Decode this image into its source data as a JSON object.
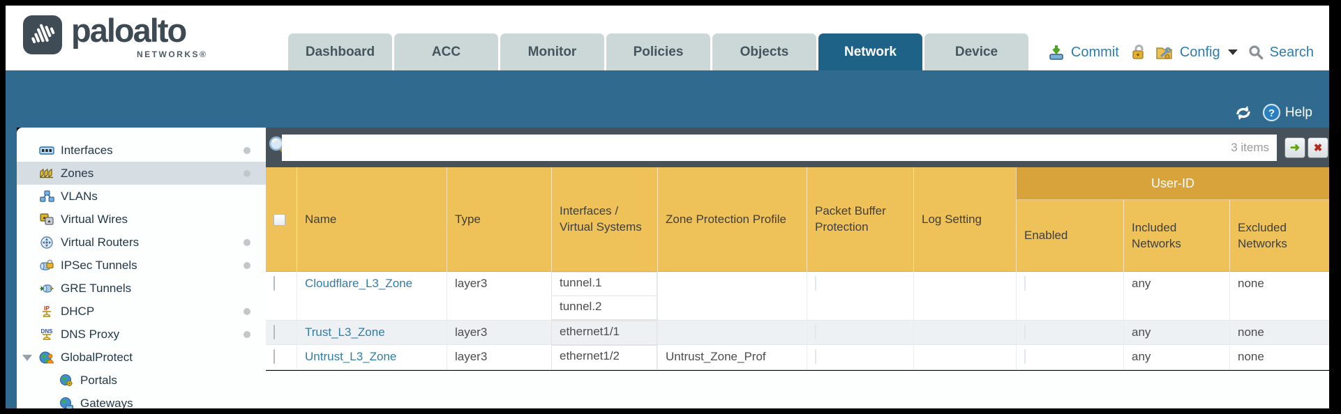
{
  "brand": {
    "name": "paloalto",
    "subtitle": "NETWORKS®"
  },
  "nav": {
    "tabs": [
      {
        "label": "Dashboard",
        "active": false
      },
      {
        "label": "ACC",
        "active": false
      },
      {
        "label": "Monitor",
        "active": false
      },
      {
        "label": "Policies",
        "active": false
      },
      {
        "label": "Objects",
        "active": false
      },
      {
        "label": "Network",
        "active": true
      },
      {
        "label": "Device",
        "active": false
      }
    ],
    "actions": {
      "commit": "Commit",
      "config": "Config",
      "search": "Search"
    }
  },
  "banner": {
    "help_label": "Help"
  },
  "filter_bar": {
    "query_value": "",
    "items_count": "3 items"
  },
  "glyphs": {
    "help": "?",
    "go_arrow": "➜",
    "clear_x": "✖"
  },
  "sidebar": {
    "items": [
      {
        "label": "Interfaces",
        "icon": "interfaces-icon",
        "has_dot": true
      },
      {
        "label": "Zones",
        "icon": "zones-icon",
        "has_dot": true,
        "selected": true
      },
      {
        "label": "VLANs",
        "icon": "vlans-icon"
      },
      {
        "label": "Virtual Wires",
        "icon": "virtual-wires-icon"
      },
      {
        "label": "Virtual Routers",
        "icon": "virtual-routers-icon",
        "has_dot": true
      },
      {
        "label": "IPSec Tunnels",
        "icon": "ipsec-tunnels-icon",
        "has_dot": true
      },
      {
        "label": "GRE Tunnels",
        "icon": "gre-tunnels-icon"
      },
      {
        "label": "DHCP",
        "icon": "dhcp-icon",
        "has_dot": true
      },
      {
        "label": "DNS Proxy",
        "icon": "dns-proxy-icon",
        "has_dot": true
      },
      {
        "label": "GlobalProtect",
        "icon": "globalprotect-icon",
        "expanded": true
      },
      {
        "label": "Portals",
        "icon": "portals-icon",
        "indent": 1
      },
      {
        "label": "Gateways",
        "icon": "gateways-icon",
        "indent": 1
      }
    ]
  },
  "table": {
    "group_header": "User-ID",
    "columns": [
      "Name",
      "Type",
      "Interfaces / Virtual Systems",
      "Zone Protection Profile",
      "Packet Buffer Protection",
      "Log Setting",
      "Enabled",
      "Included Networks",
      "Excluded Networks"
    ],
    "rows": [
      {
        "name": "Cloudflare_L3_Zone",
        "type": "layer3",
        "interfaces": [
          "tunnel.1",
          "tunnel.2"
        ],
        "zone_protection_profile": "",
        "packet_buffer_protection": false,
        "log_setting": "",
        "user_id_enabled": false,
        "included_networks": "any",
        "excluded_networks": "none"
      },
      {
        "name": "Trust_L3_Zone",
        "type": "layer3",
        "interfaces": [
          "ethernet1/1"
        ],
        "zone_protection_profile": "",
        "packet_buffer_protection": false,
        "log_setting": "",
        "user_id_enabled": false,
        "included_networks": "any",
        "excluded_networks": "none"
      },
      {
        "name": "Untrust_L3_Zone",
        "type": "layer3",
        "interfaces": [
          "ethernet1/2"
        ],
        "zone_protection_profile": "Untrust_Zone_Prof",
        "packet_buffer_protection": false,
        "log_setting": "",
        "user_id_enabled": false,
        "included_networks": "any",
        "excluded_networks": "none"
      }
    ]
  },
  "colors": {
    "band_blue": "#306b8f",
    "active_tab": "#1f6287",
    "inactive_tab": "#ccd7d8",
    "toolbar_slate": "#47515a",
    "header_gold": "#eec258",
    "userid_gold": "#d9a33c",
    "link_blue": "#2f7da7",
    "alt_row": "#edf1f3",
    "selected_item": "#d7dee3"
  }
}
